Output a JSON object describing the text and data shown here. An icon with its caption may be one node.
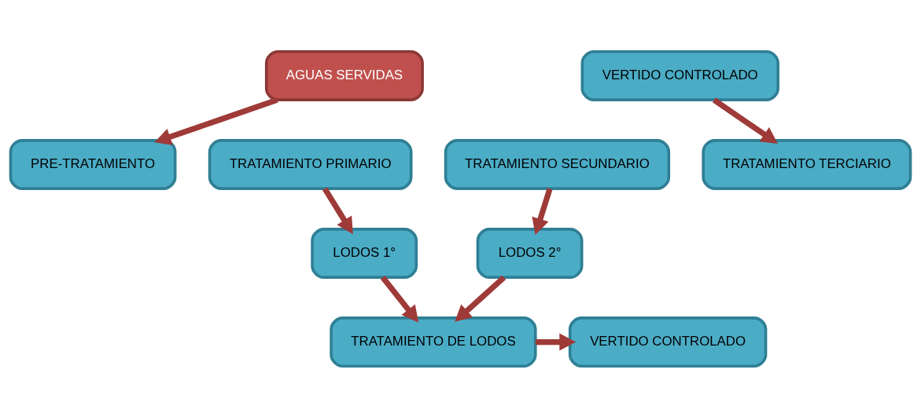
{
  "diagram": {
    "nodes": [
      {
        "text": [
          "AGUAS SERVIDAS"
        ]
      },
      {
        "text": [
          "VERTIDO CONTROLADO"
        ]
      },
      {
        "text": [
          "PRE-TRATAMIENTO"
        ]
      },
      {
        "text": [
          "TRATAMIENTO PRIMARIO"
        ]
      },
      {
        "text": [
          "TRATAMIENTO SECUNDARIO"
        ]
      },
      {
        "text": [
          "TRATAMIENTO TERCIARIO"
        ]
      },
      {
        "text": [
          "LODOS 1°"
        ]
      },
      {
        "text": [
          "LODOS 2°"
        ]
      },
      {
        "text": [
          "TRATAMIENTO DE LODOS"
        ]
      },
      {
        "text": [
          "VERTIDO CONTROLADO"
        ]
      }
    ],
    "edges": [
      {
        "from": 0,
        "to": 2,
        "arrow": "to"
      },
      {
        "from": 1,
        "to": 5,
        "arrow": "to"
      },
      {
        "from": 3,
        "to": 6,
        "arrow": "to"
      },
      {
        "from": 4,
        "to": 7,
        "arrow": "to"
      },
      {
        "from": 6,
        "to": 8,
        "arrow": "to"
      },
      {
        "from": 7,
        "to": 8,
        "arrow": "to"
      },
      {
        "from": 8,
        "to": 9,
        "arrow": "to"
      }
    ]
  }
}
